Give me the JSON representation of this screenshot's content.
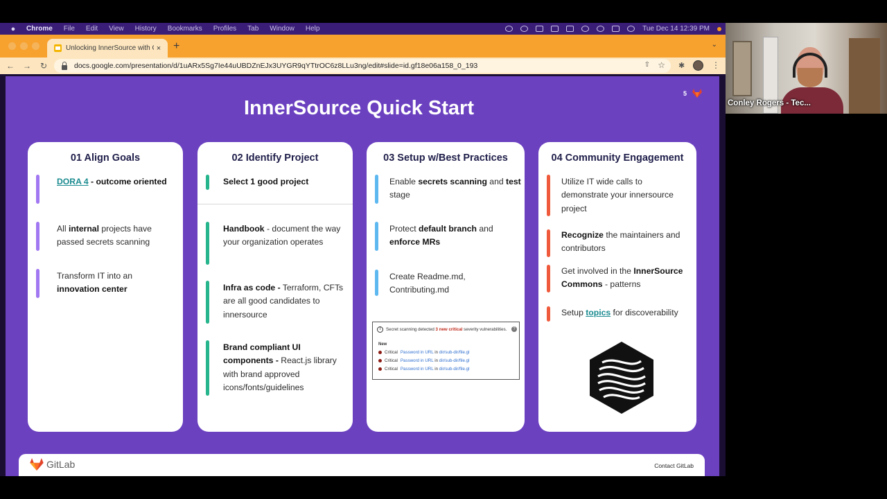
{
  "menubar": {
    "app": "Chrome",
    "items": [
      "File",
      "Edit",
      "View",
      "History",
      "Bookmarks",
      "Profiles",
      "Tab",
      "Window",
      "Help"
    ],
    "datetime": "Tue Dec 14  12:39 PM"
  },
  "browser": {
    "tab_title": "Unlocking InnerSource with Gi",
    "tab_close": "×",
    "new_tab": "+",
    "url": "docs.google.com/presentation/d/1uARx5Sg7Ie44uUBDZnEJx3UYGR9qYTtrOC6z8LLu3ng/edit#slide=id.gf18e06a158_0_193"
  },
  "slide": {
    "title": "InnerSource Quick Start",
    "page_number": "5",
    "cards": [
      {
        "title": "01 Align Goals",
        "color": "#a178f1",
        "items": [
          {
            "link": "DORA 4",
            "text": " - outcome oriented"
          },
          {
            "pre": "All ",
            "bold": "internal",
            "text": " projects have passed secrets scanning"
          },
          {
            "pre": "Transform IT into an ",
            "bold": "innovation center",
            "text": ""
          }
        ]
      },
      {
        "title": "02 Identify Project",
        "color": "#26b58c",
        "items": [
          {
            "bold": "Select 1 good project",
            "text": ""
          },
          {
            "bold": "Handbook",
            "text": " - document the way your organization operates"
          },
          {
            "bold": "Infra as code -",
            "text": " Terraform, CFTs are all good candidates to innersource"
          },
          {
            "bold": "Brand compliant UI components -",
            "text": " React.js library with brand approved icons/fonts/guidelines"
          }
        ]
      },
      {
        "title": "03 Setup w/Best Practices",
        "color": "#5eb8f0",
        "items": [
          {
            "pre": "Enable ",
            "bold": "secrets scanning",
            "mid": " and ",
            "bold2": "test",
            "text": " stage"
          },
          {
            "pre": "Protect ",
            "bold": "default branch",
            "mid": " and ",
            "bold2": "enforce MRs",
            "text": ""
          },
          {
            "text": "Create Readme.md, Contributing.md"
          }
        ],
        "inset": {
          "alert_pre": "Secret scanning detected ",
          "alert_red": "3 new critical",
          "alert_post": " severity vulnerabilities.",
          "help": "?",
          "new_label": "New",
          "rows": [
            {
              "severity": "Critical",
              "finding": "Password in URL",
              "in": " in ",
              "path": "dir/sub-dir/file.gl"
            },
            {
              "severity": "Critical",
              "finding": "Password in URL",
              "in": " in ",
              "path": "dir/sub-dir/file.gl"
            },
            {
              "severity": "Critical",
              "finding": "Password in URL",
              "in": " in ",
              "path": "dir/sub-dir/file.gl"
            }
          ]
        }
      },
      {
        "title": "04 Community Engagement",
        "color": "#f05a3c",
        "items": [
          {
            "text": "Utilize IT wide calls to demonstrate your innersource project"
          },
          {
            "bold": "Recognize",
            "text": " the maintainers and contributors"
          },
          {
            "pre": "Get involved in the ",
            "bold": "InnerSource Commons",
            "text": " - patterns"
          },
          {
            "pre": "Setup ",
            "link": "topics",
            "text": " for discoverability"
          }
        ]
      }
    ],
    "footer": {
      "brand": "GitLab",
      "contact": "Contact GitLab"
    }
  },
  "webcam": {
    "name": "Conley Rogers - Tec..."
  },
  "colors": {
    "slide_bg": "#6b41c0",
    "chrome_accent": "#f7a12f",
    "gitlab_orange": "#e24329"
  }
}
